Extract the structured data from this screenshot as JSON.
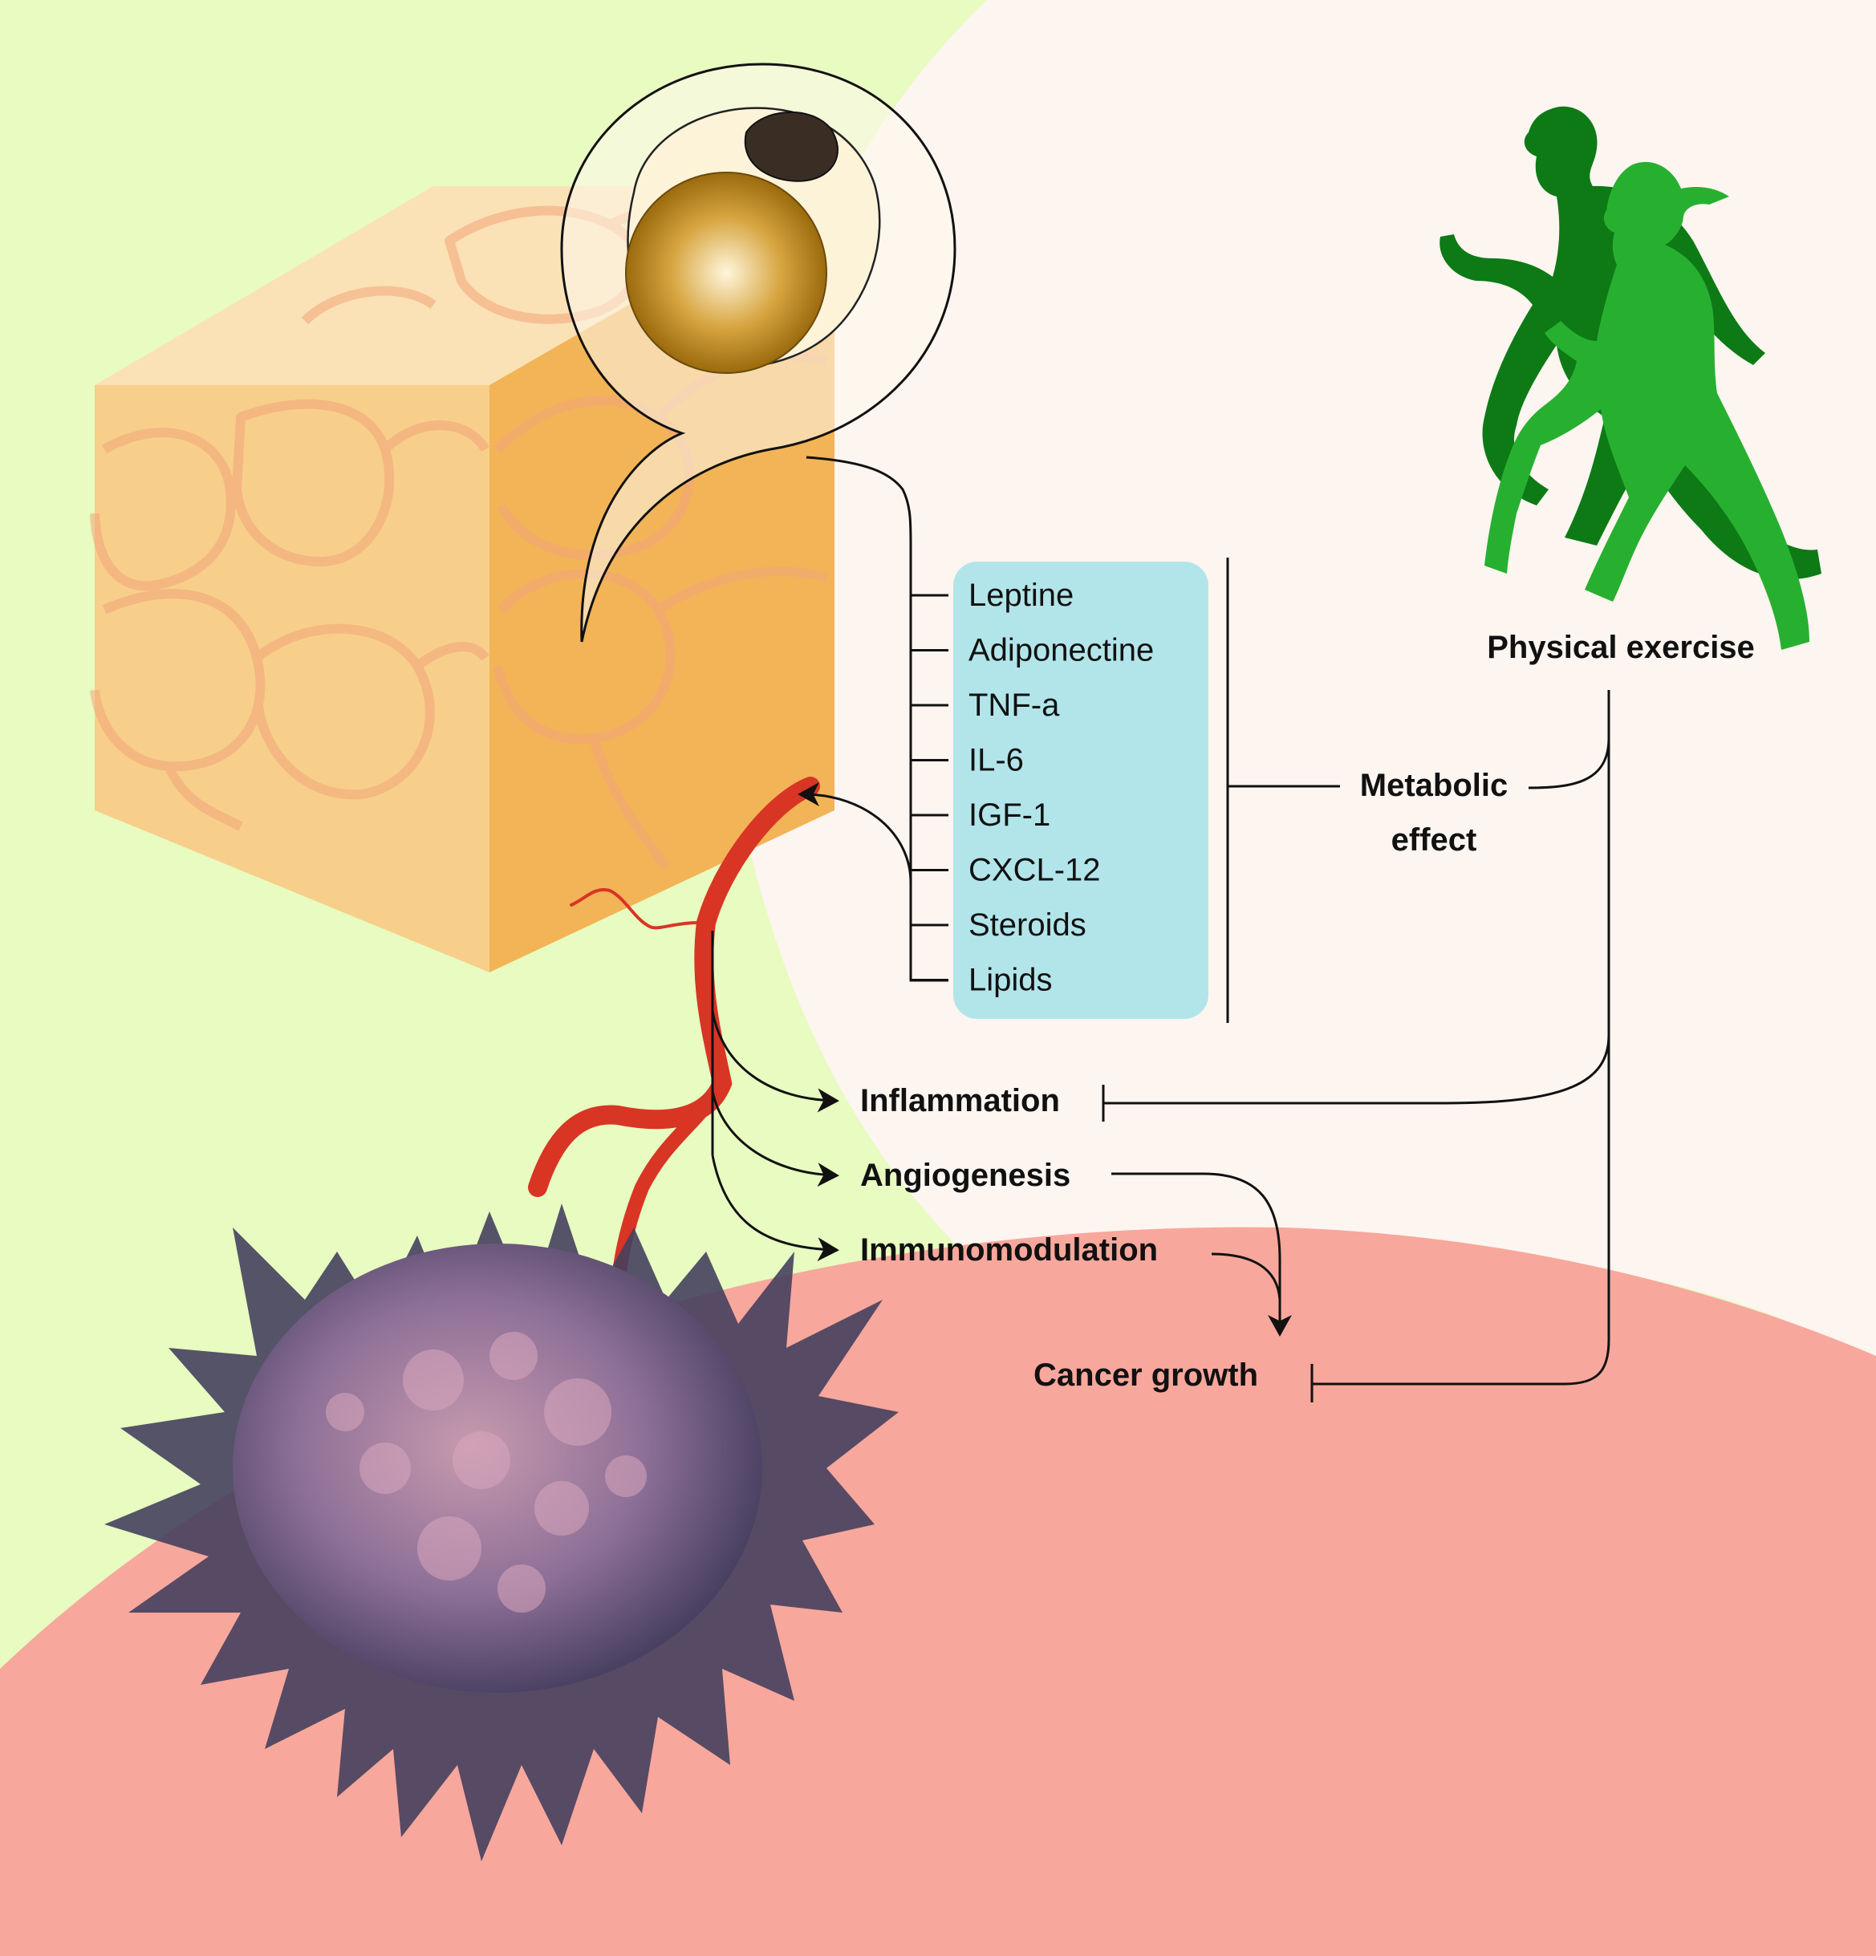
{
  "factors": [
    "Leptine",
    "Adiponectine",
    "TNF-a",
    "IL-6",
    "IGF-1",
    "CXCL-12",
    "Steroids",
    "Lipids"
  ],
  "metabolic_effect": {
    "line1": "Metabolic",
    "line2": "effect"
  },
  "physical_exercise": "Physical exercise",
  "processes": {
    "inflammation": "Inflammation",
    "angiogenesis": "Angiogenesis",
    "immunomodulation": "Immunomodulation"
  },
  "cancer_growth": "Cancer growth",
  "colors": {
    "green_bg": "#e8fbc0",
    "cream_bg": "#fdf5f0",
    "red_bg": "#f8a79c",
    "factor_box": "#b2e5ea",
    "fat_top": "#fbe2b6",
    "fat_front": "#f7cf8a",
    "fat_side": "#f2b457",
    "vessel": "#d83524",
    "runner_dark": "#0d7a16",
    "runner_light": "#27b02f",
    "tumor": "#7d6a8c"
  }
}
